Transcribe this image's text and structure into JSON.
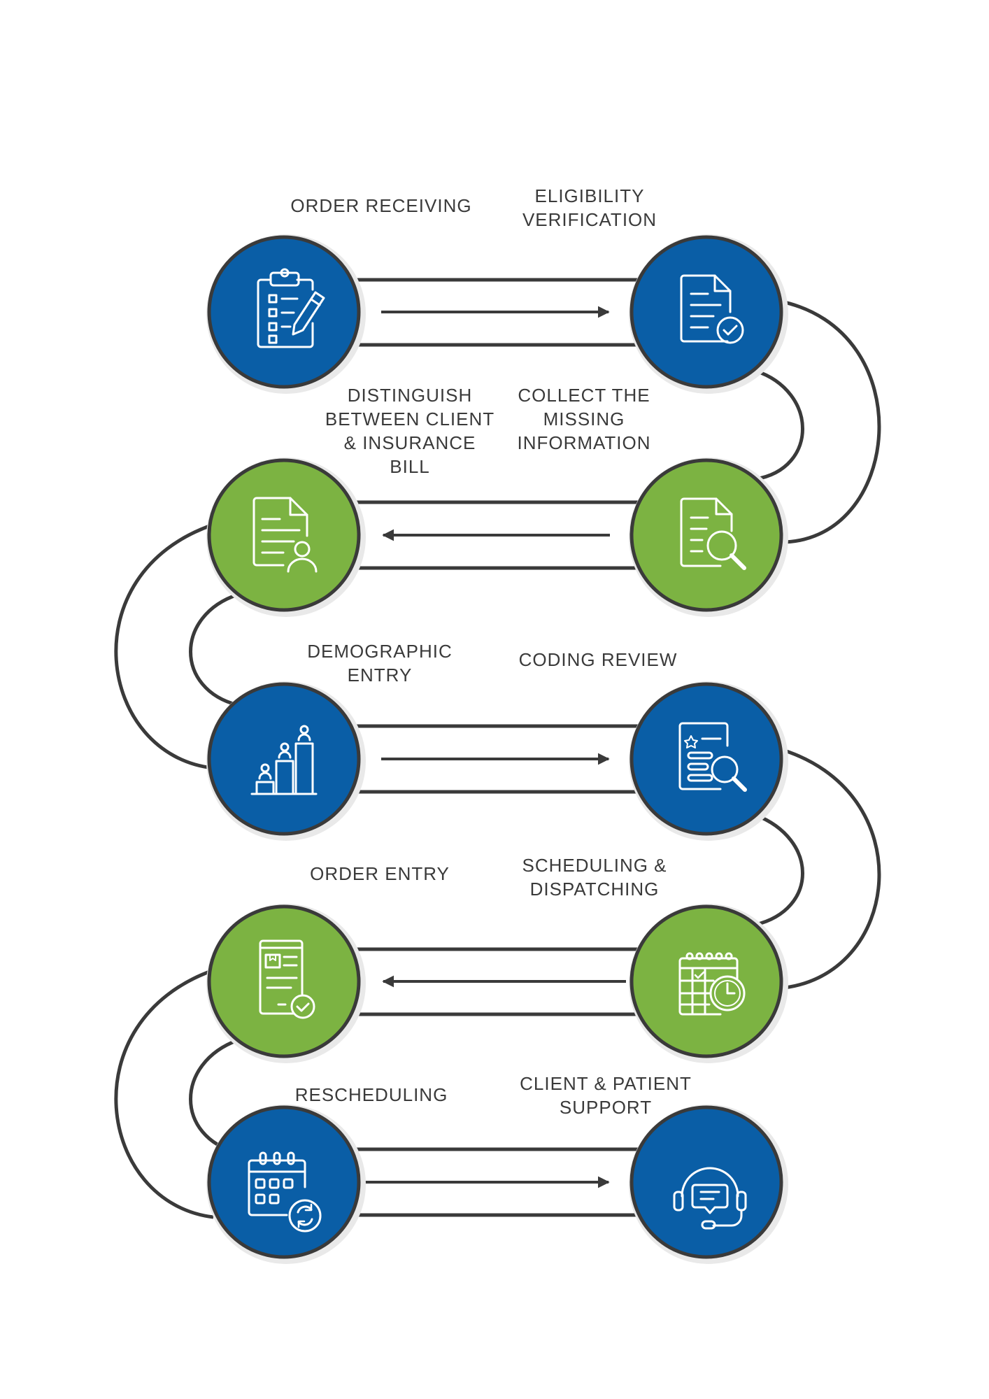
{
  "colors": {
    "blue": "#0a5ea6",
    "green": "#7cb342",
    "line": "#3a3a3a",
    "label": "#3a3a3a",
    "halo": "#e9e9e9"
  },
  "steps": [
    {
      "label": "ORDER RECEIVING",
      "color": "blue",
      "icon": "clipboard-checklist-icon"
    },
    {
      "label": "ELIGIBILITY\nVERIFICATION",
      "color": "blue",
      "icon": "document-check-icon"
    },
    {
      "label": "COLLECT THE\nMISSING\nINFORMATION",
      "color": "green",
      "icon": "document-search-icon"
    },
    {
      "label": "DISTINGUISH\nBETWEEN CLIENT\n& INSURANCE\nBILL",
      "color": "green",
      "icon": "document-user-icon"
    },
    {
      "label": "DEMOGRAPHIC\nENTRY",
      "color": "blue",
      "icon": "demographic-chart-icon"
    },
    {
      "label": "CODING REVIEW",
      "color": "blue",
      "icon": "document-review-search-icon"
    },
    {
      "label": "SCHEDULING &\nDISPATCHING",
      "color": "green",
      "icon": "calendar-clock-icon"
    },
    {
      "label": "ORDER ENTRY",
      "color": "green",
      "icon": "order-document-check-icon"
    },
    {
      "label": "RESCHEDULING",
      "color": "blue",
      "icon": "calendar-refresh-icon"
    },
    {
      "label": "CLIENT & PATIENT\nSUPPORT",
      "color": "blue",
      "icon": "headset-chat-icon"
    }
  ]
}
